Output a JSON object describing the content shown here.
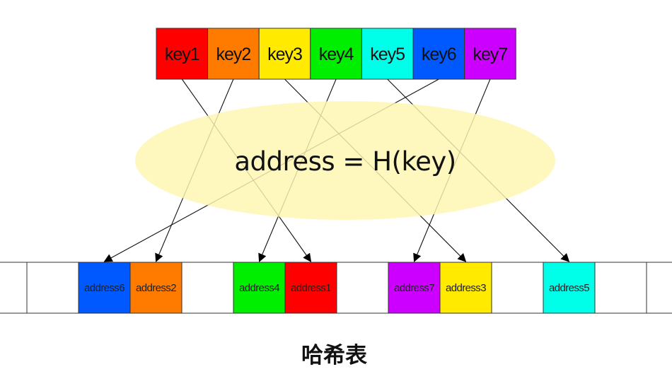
{
  "keys": [
    {
      "label": "key1",
      "color": "#ff0000"
    },
    {
      "label": "key2",
      "color": "#ff7b00"
    },
    {
      "label": "key3",
      "color": "#ffea00"
    },
    {
      "label": "key4",
      "color": "#00ee00"
    },
    {
      "label": "key5",
      "color": "#00ffe8"
    },
    {
      "label": "key6",
      "color": "#0059ff"
    },
    {
      "label": "key7",
      "color": "#cc00ff"
    }
  ],
  "hash_function": {
    "label": "address = H(key)",
    "fill": "#fff6b0"
  },
  "table": {
    "cells": [
      {
        "label": "",
        "color": "#ffffff"
      },
      {
        "label": "",
        "color": "#ffffff"
      },
      {
        "label": "address6",
        "color": "#0059ff"
      },
      {
        "label": "address2",
        "color": "#ff7b00"
      },
      {
        "label": "",
        "color": "#ffffff"
      },
      {
        "label": "address4",
        "color": "#00ee00"
      },
      {
        "label": "address1",
        "color": "#ff0000"
      },
      {
        "label": "",
        "color": "#ffffff"
      },
      {
        "label": "address7",
        "color": "#cc00ff"
      },
      {
        "label": "address3",
        "color": "#ffea00"
      },
      {
        "label": "",
        "color": "#ffffff"
      },
      {
        "label": "address5",
        "color": "#00ffe8"
      },
      {
        "label": "",
        "color": "#ffffff"
      },
      {
        "label": "",
        "color": "#ffffff"
      }
    ]
  },
  "mappings": [
    {
      "key": "key1",
      "address": "address1"
    },
    {
      "key": "key2",
      "address": "address2"
    },
    {
      "key": "key3",
      "address": "address3"
    },
    {
      "key": "key4",
      "address": "address4"
    },
    {
      "key": "key5",
      "address": "address5"
    },
    {
      "key": "key6",
      "address": "address6"
    },
    {
      "key": "key7",
      "address": "address7"
    }
  ],
  "caption": "哈希表"
}
